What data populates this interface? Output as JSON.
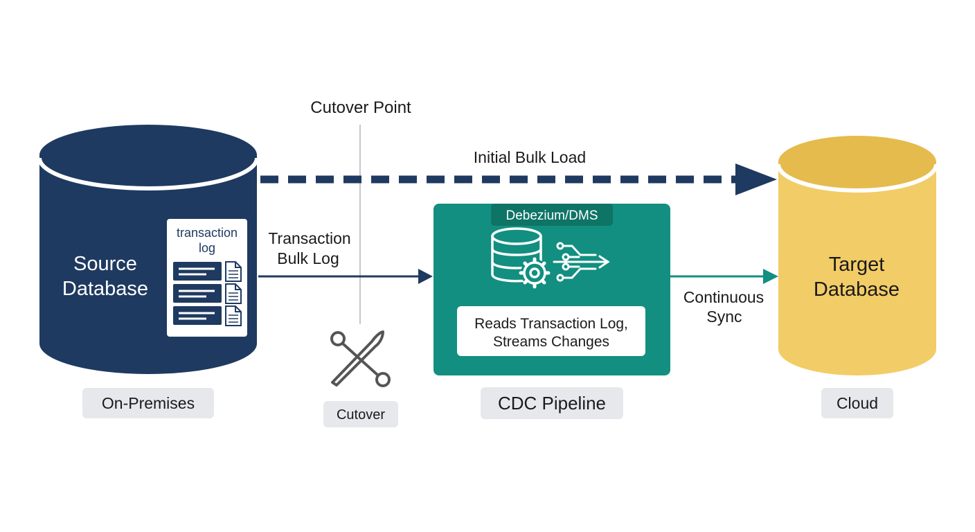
{
  "cutover_point_label": "Cutover Point",
  "initial_bulk_load_label": "Initial Bulk Load",
  "source": {
    "title_line1": "Source",
    "title_line2": "Database",
    "log_title_line1": "transaction",
    "log_title_line2": "log",
    "env_label": "On-Premises"
  },
  "transaction_bulk_log": {
    "line1": "Transaction",
    "line2": "Bulk Log"
  },
  "cutover": {
    "label": "Cutover",
    "icon": "scissors-icon"
  },
  "cdc": {
    "tool_label": "Debezium/DMS",
    "desc_line1": "Reads Transaction Log,",
    "desc_line2": "Streams Changes",
    "pipeline_label": "CDC Pipeline"
  },
  "continuous_sync": {
    "line1": "Continuous",
    "line2": "Sync"
  },
  "target": {
    "title_line1": "Target",
    "title_line2": "Database",
    "env_label": "Cloud"
  },
  "colors": {
    "navy": "#1f3a60",
    "teal": "#128f80",
    "gold_top": "#e6bb4d",
    "gold_body": "#f2cc66",
    "label_bg": "#e6e8ec",
    "divider": "#c7c7c7"
  }
}
